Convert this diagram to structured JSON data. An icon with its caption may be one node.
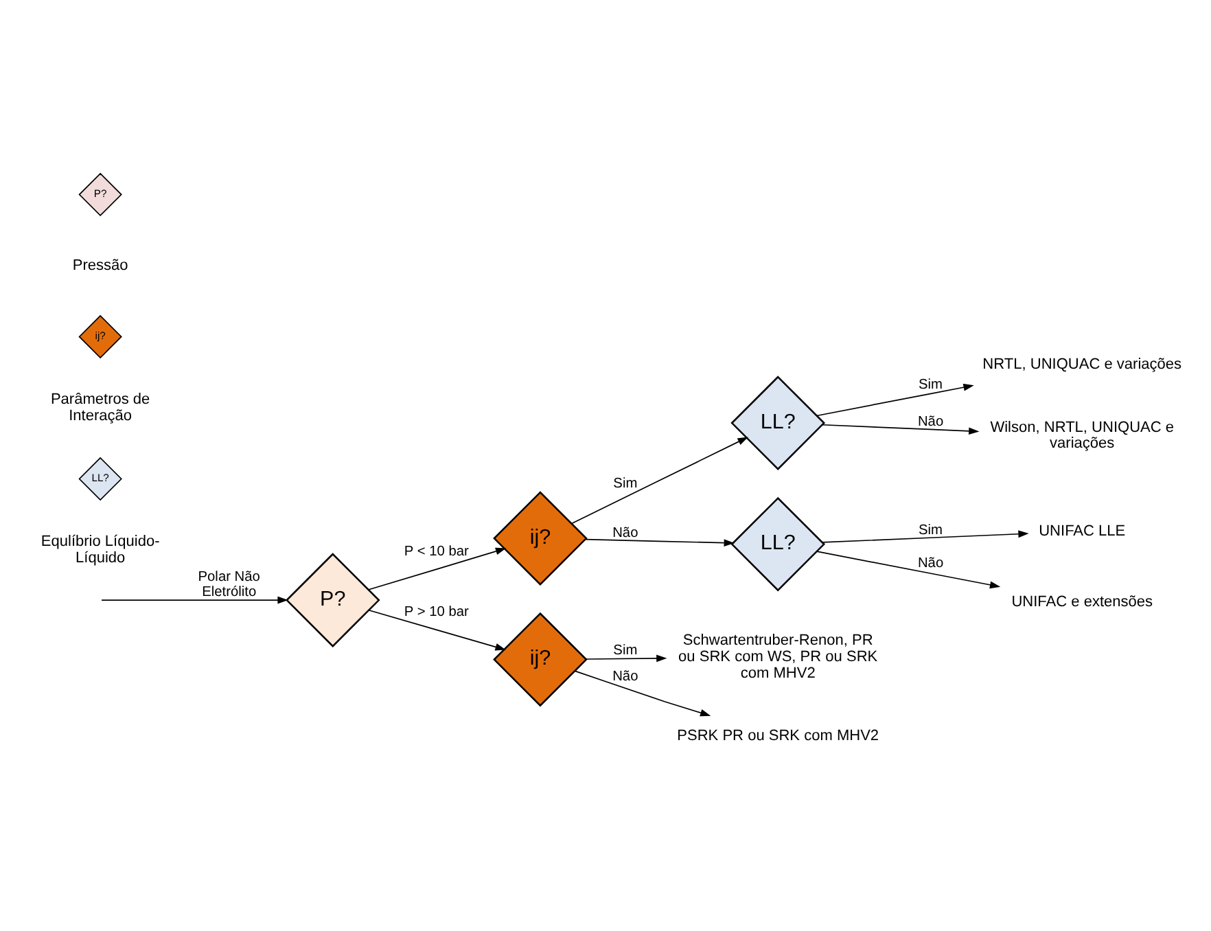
{
  "diagram": {
    "nodes": [
      {
        "text": [
          "P?"
        ]
      },
      {
        "text": [
          "ij?"
        ]
      },
      {
        "text": [
          "LL?"
        ]
      },
      {
        "text": [
          "LL?"
        ]
      },
      {
        "text": [
          "ij?"
        ]
      },
      {
        "text": [
          "NRTL, UNIQUAC e variações"
        ]
      },
      {
        "text": [
          "Wilson, NRTL, UNIQUAC e variações"
        ]
      },
      {
        "text": [
          "UNIFAC LLE"
        ]
      },
      {
        "text": [
          "UNIFAC e extensões"
        ]
      },
      {
        "text": [
          "Schwartentruber-Renon, PR ou SRK com WS, PR ou SRK com MHV2"
        ]
      },
      {
        "text": [
          "PSRK PR ou SRK com MHV2"
        ]
      }
    ],
    "edges": [
      {
        "from": null,
        "to": 0,
        "arrow": "to",
        "label": "Polar Não Eletrólito"
      },
      {
        "from": 0,
        "to": 1,
        "arrow": "to",
        "label": "P < 10 bar"
      },
      {
        "from": 0,
        "to": 4,
        "arrow": "to",
        "label": "P > 10 bar"
      },
      {
        "from": 1,
        "to": 2,
        "arrow": "to",
        "label": "Sim"
      },
      {
        "from": 1,
        "to": 3,
        "arrow": "to",
        "label": "Não"
      },
      {
        "from": 2,
        "to": 5,
        "arrow": "to",
        "label": "Sim"
      },
      {
        "from": 2,
        "to": 6,
        "arrow": "to",
        "label": "Não"
      },
      {
        "from": 3,
        "to": 7,
        "arrow": "to",
        "label": "Sim"
      },
      {
        "from": 3,
        "to": 8,
        "arrow": "to",
        "label": "Não"
      },
      {
        "from": 4,
        "to": 9,
        "arrow": "to",
        "label": "Sim"
      },
      {
        "from": 4,
        "to": 10,
        "arrow": "to",
        "label": "Não"
      }
    ],
    "labels": [
      "P?",
      "ij?",
      "LL?"
    ],
    "legend": [
      {
        "text": "Pressão",
        "color": "#f2dcdb"
      },
      {
        "text": "Parâmetros de Interação",
        "color": "#e36c0a"
      },
      {
        "text": "Equlíbrio Líquido-Líquido",
        "color": "#dce6f2"
      }
    ]
  }
}
